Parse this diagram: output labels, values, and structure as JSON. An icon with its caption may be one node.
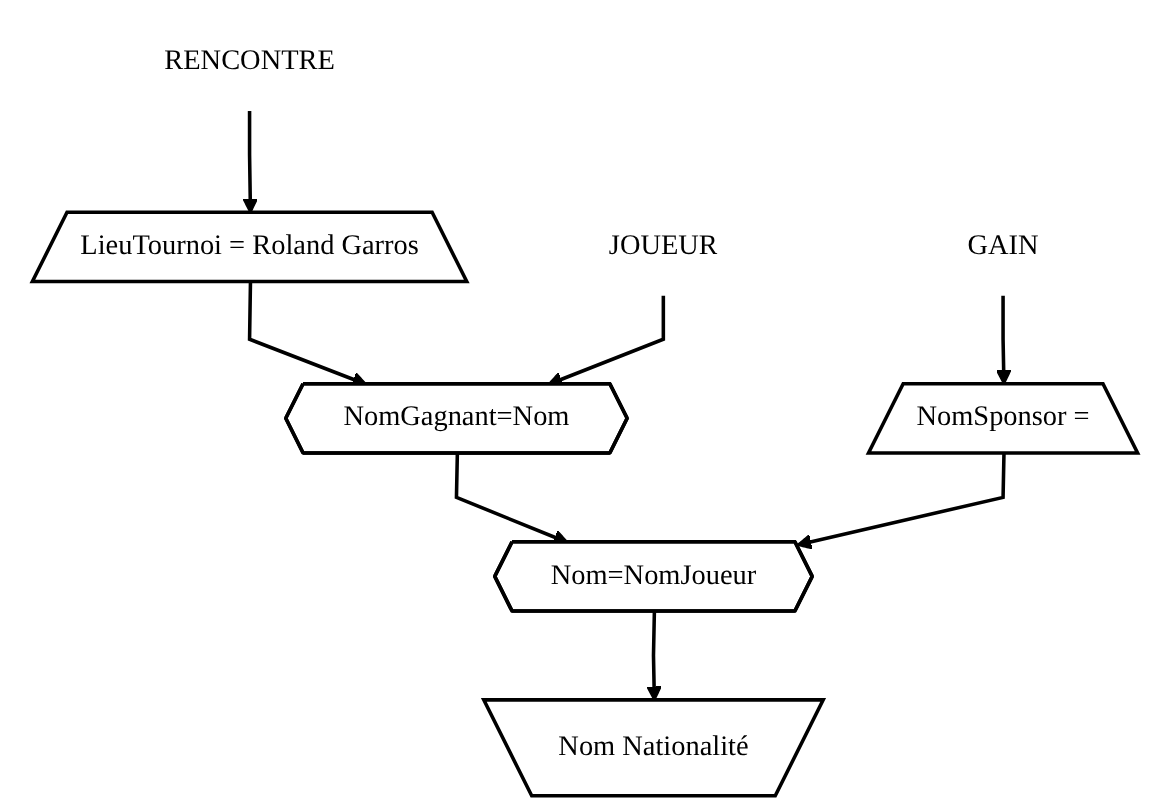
{
  "diagram": {
    "nodes": [
      {
        "text": [
          "RENCONTRE"
        ]
      },
      {
        "text": [
          "LieuTournoi = Roland Garros"
        ]
      },
      {
        "text": [
          "JOUEUR"
        ]
      },
      {
        "text": [
          "GAIN"
        ]
      },
      {
        "text": [
          "NomSponsor ="
        ]
      },
      {
        "text": [
          "NomGagnant=Nom"
        ]
      },
      {
        "text": [
          "Nom=NomJoueur"
        ]
      },
      {
        "text": [
          "Nom Nationalité"
        ]
      }
    ],
    "edges": [
      {
        "from": 0,
        "to": 1,
        "arrow": "to"
      },
      {
        "from": 3,
        "to": 4,
        "arrow": "to"
      },
      {
        "from": 1,
        "to": 5,
        "arrow": "to"
      },
      {
        "from": 2,
        "to": 5,
        "arrow": "to"
      },
      {
        "from": 5,
        "to": 6,
        "arrow": "to"
      },
      {
        "from": 4,
        "to": 6,
        "arrow": "to"
      },
      {
        "from": 6,
        "to": 7,
        "arrow": "to"
      }
    ]
  }
}
